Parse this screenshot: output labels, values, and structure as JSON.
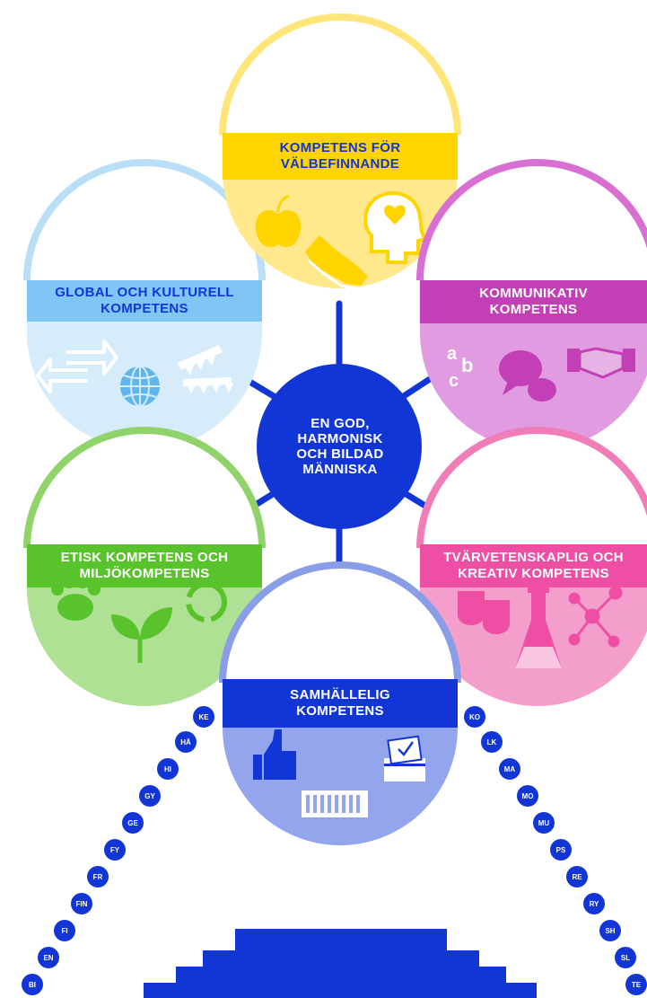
{
  "center": {
    "label": "EN GOD,\nHARMONISK\nOCH BILDAD\nMÄNNISKA"
  },
  "competencies": {
    "valbefinnande": {
      "label": "KOMPETENS FÖR\nVÄLBEFINNANDE",
      "color": "#ffd400",
      "fill": "#ffe98c"
    },
    "global": {
      "label": "GLOBAL OCH KULTURELL\nKOMPETENS",
      "color": "#7fc6f4",
      "fill": "#d6ecfb"
    },
    "kommunikativ": {
      "label": "KOMMUNIKATIV\nKOMPETENS",
      "color": "#c23fb6",
      "fill": "#e19be0"
    },
    "etisk": {
      "label": "ETISK KOMPETENS OCH\nMILJÖKOMPETENS",
      "color": "#58c32a",
      "fill": "#aee193"
    },
    "tvarvetenskaplig": {
      "label": "TVÄRVETENSKAPLIG OCH\nKREATIV KOMPETENS",
      "color": "#ee4fa5",
      "fill": "#f49fcb"
    },
    "samhallelig": {
      "label": "SAMHÄLLELIG\nKOMPETENS",
      "color": "#1236d6",
      "fill": "#93a5ec"
    }
  },
  "subjects_left": [
    "KE",
    "HÄ",
    "HI",
    "GY",
    "GE",
    "FY",
    "FR",
    "FIN",
    "FI",
    "EN",
    "BI"
  ],
  "subjects_right": [
    "KO",
    "LK",
    "MA",
    "MO",
    "MU",
    "PS",
    "RE",
    "RY",
    "SH",
    "SL",
    "TE"
  ],
  "colors": {
    "primary_blue": "#1236d6",
    "pill_blue": "#1236d6"
  }
}
